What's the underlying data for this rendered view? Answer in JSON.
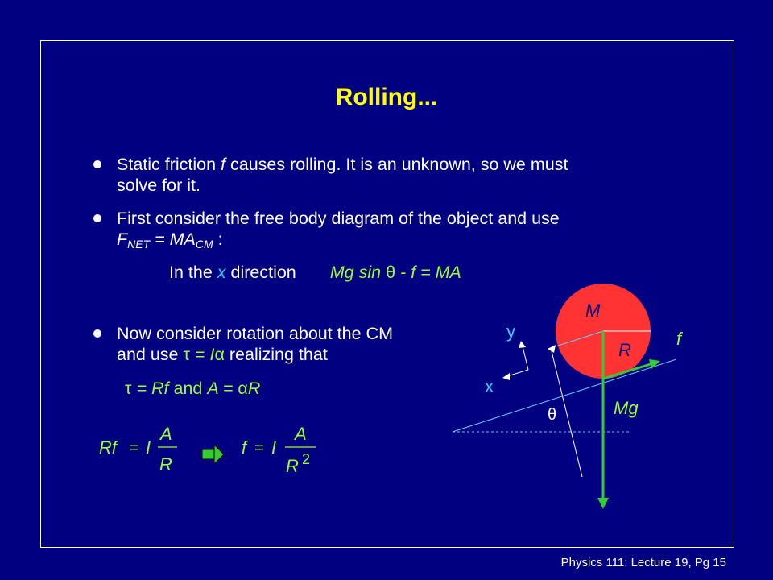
{
  "slide": {
    "title": "Rolling...",
    "footer": "Physics 111: Lecture 19, Pg 15"
  },
  "bullets": [
    {
      "pre": "Static friction ",
      "f": "f",
      "post": " causes rolling.  It is an unknown, so we must",
      "line2": "solve for it."
    },
    {
      "line1": "First consider the free body diagram of the object and use",
      "f": "F",
      "net": "NET",
      "eq": " = MA",
      "cm": "CM",
      "colon": " :"
    },
    {
      "line1": "Now consider rotation about the CM",
      "line2_pre": "and use ",
      "tau": "τ",
      "eq": " = ",
      "I": "I",
      "alpha": "α",
      "line2_post": " realizing that"
    }
  ],
  "x_direction": {
    "pre": "In the ",
    "x": "x",
    "mid": " direction",
    "eq_mg": "Mg sin ",
    "theta": "θ",
    "eq_rest": " - f = MA"
  },
  "torque_relation": {
    "tau": "τ",
    "rf": " = Rf",
    "and": "   and  ",
    "a_eq": "A = ",
    "alpha": "α",
    "r": "R"
  },
  "equations": {
    "eq1_lhs": "Rf",
    "eq1_eq": "=",
    "eq1_I": "I",
    "eq1_num": "A",
    "eq1_den": "R",
    "eq2_lhs": "f",
    "eq2_eq": "=",
    "eq2_I": "I",
    "eq2_num": "A",
    "eq2_den": "R",
    "eq2_exp": "2"
  },
  "diagram": {
    "mass_label": "M",
    "radius_label": "R",
    "friction_label": "f",
    "weight_label": "Mg",
    "angle_label": "θ",
    "axis_x_label": "x",
    "axis_y_label": "y"
  },
  "colors": {
    "background": "#000080",
    "title": "#ffff00",
    "accent_green": "#99ff33",
    "accent_blue": "#33ccff",
    "ball": "#ff3333",
    "arrow": "#33cc33"
  }
}
